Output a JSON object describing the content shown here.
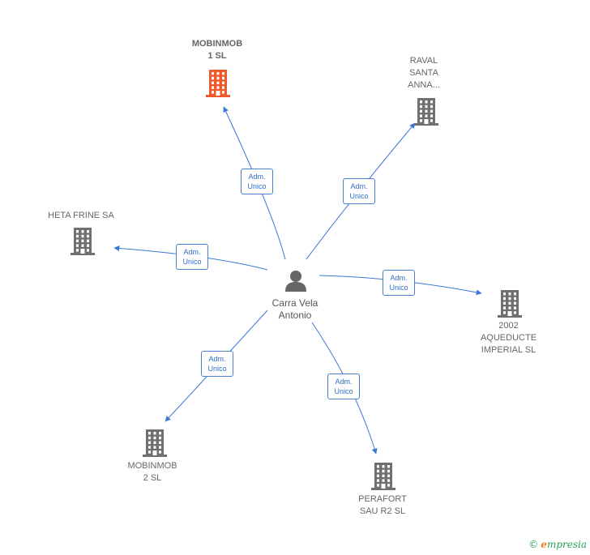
{
  "center": {
    "name": "Carra Vela\nAntonio"
  },
  "companies": [
    {
      "key": "mobinmob1",
      "name": "MOBINMOB\n1 SL",
      "highlight": true
    },
    {
      "key": "raval",
      "name": "RAVAL\nSANTA\nANNA...",
      "highlight": false
    },
    {
      "key": "heta",
      "name": "HETA FRINE SA",
      "highlight": false
    },
    {
      "key": "aqueducte",
      "name": "2002\nAQUEDUCTE\nIMPERIAL SL",
      "highlight": false
    },
    {
      "key": "mobinmob2",
      "name": "MOBINMOB\n2 SL",
      "highlight": false
    },
    {
      "key": "perafort",
      "name": "PERAFORT\nSAU R2 SL",
      "highlight": false
    }
  ],
  "relations": [
    {
      "to": "mobinmob1",
      "label": "Adm.\nUnico"
    },
    {
      "to": "raval",
      "label": "Adm.\nUnico"
    },
    {
      "to": "heta",
      "label": "Adm.\nUnico"
    },
    {
      "to": "aqueducte",
      "label": "Adm.\nUnico"
    },
    {
      "to": "mobinmob2",
      "label": "Adm.\nUnico"
    },
    {
      "to": "perafort",
      "label": "Adm.\nUnico"
    }
  ],
  "colors": {
    "highlight": "#f05a28",
    "building": "#707070",
    "edge": "#3a78d6",
    "person": "#666666"
  },
  "footer": {
    "copyright": "©",
    "brand_e": "e",
    "brand_rest": "mpresia"
  }
}
